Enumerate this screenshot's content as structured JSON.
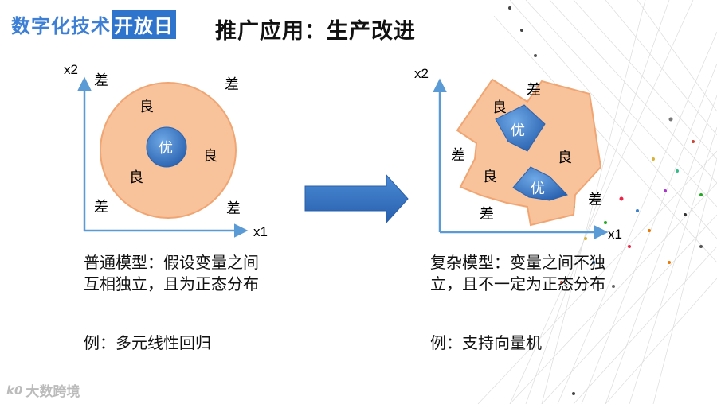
{
  "header": {
    "logo_part1": "数字化技术",
    "logo_part2": "开放日",
    "title": "推广应用：生产改进"
  },
  "left_diagram": {
    "x_axis_label": "x1",
    "y_axis_label": "x2",
    "labels": {
      "poor_top_left": "差",
      "poor_top_right": "差",
      "poor_bottom_left": "差",
      "poor_bottom_right": "差",
      "good_top": "良",
      "good_right": "良",
      "good_left": "良",
      "excellent": "优"
    },
    "caption": "普通模型：假设变量之间互相独立，且为正态分布",
    "example": "例：多元线性回归"
  },
  "right_diagram": {
    "x_axis_label": "x1",
    "y_axis_label": "x2",
    "labels": {
      "poor_top": "差",
      "poor_left": "差",
      "poor_bottom": "差",
      "poor_right": "差",
      "good_top": "良",
      "good_mid": "良",
      "good_left": "良",
      "excellent_1": "优",
      "excellent_2": "优"
    },
    "caption": "复杂模型：变量之间不独立，且不一定为正态分布",
    "example": "例：支持向量机"
  },
  "watermark": {
    "mark": "k0",
    "text": "大数跨境"
  },
  "colors": {
    "axis": "#5b9bd5",
    "orange_fill": "#f8c39a",
    "orange_stroke": "#f0a572",
    "blue_fill": "#3a7fcc",
    "arrow": "#2f6fbe",
    "logo_blue": "#3c7fd4"
  }
}
